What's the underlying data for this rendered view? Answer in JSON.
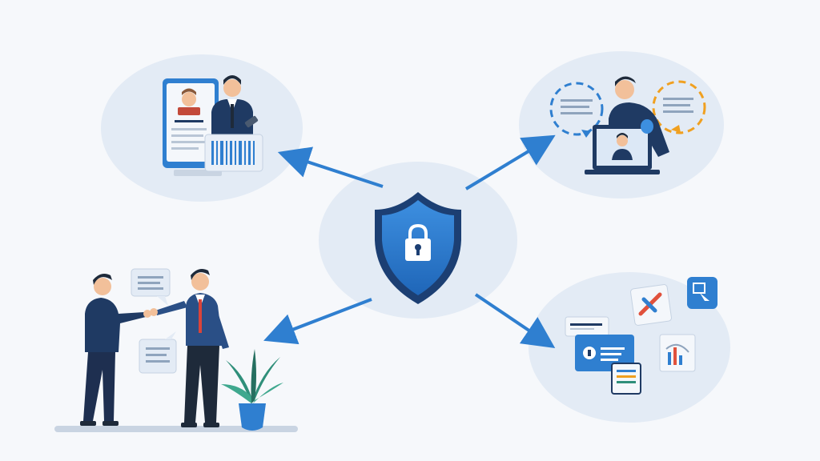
{
  "diagram": {
    "center": {
      "icon": "shield-lock-icon"
    },
    "nodes": [
      {
        "id": "identity",
        "icon": "id-card-person-icon"
      },
      {
        "id": "remote-verification",
        "icon": "video-call-verification-icon"
      },
      {
        "id": "documents",
        "icon": "digital-documents-icon"
      },
      {
        "id": "agreement",
        "icon": "handshake-icon"
      }
    ]
  },
  "colors": {
    "background": "#f6f8fb",
    "bubble": "#e3ebf5",
    "accent_blue": "#2f7fd0",
    "navy": "#1f3a63",
    "shield_dark": "#1c3f73",
    "orange": "#f0a020",
    "plant": "#2f8f7a"
  }
}
